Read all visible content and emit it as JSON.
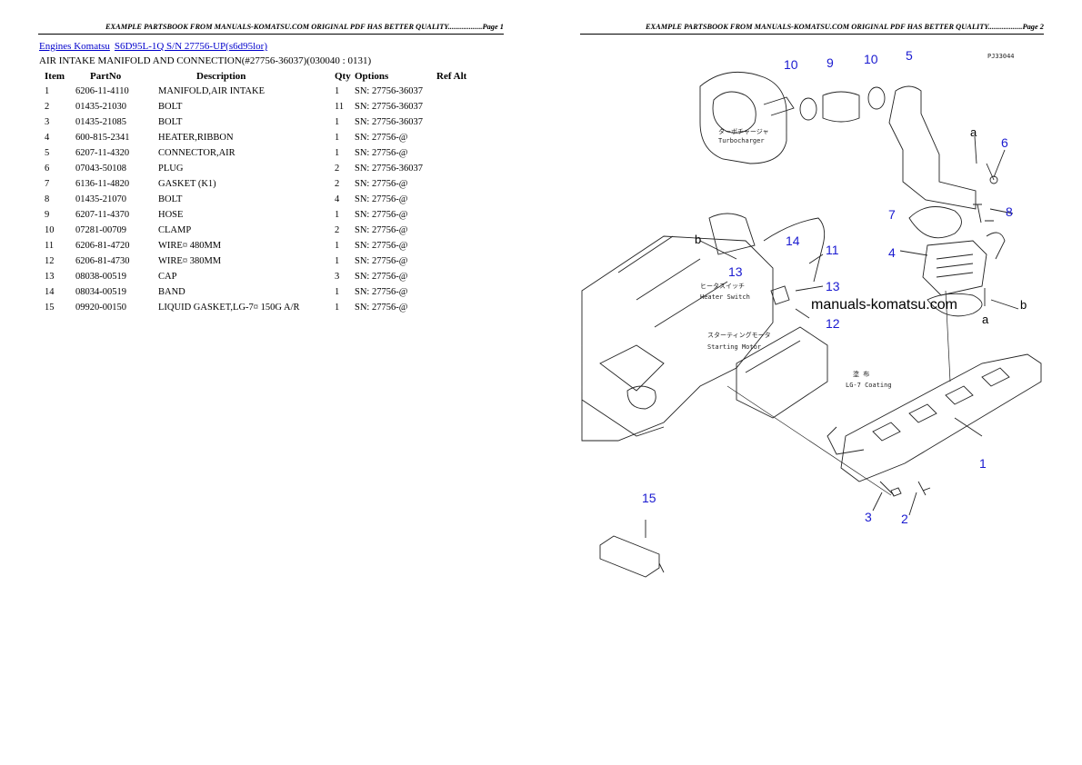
{
  "header": {
    "page1": "EXAMPLE PARTSBOOK FROM MANUALS-KOMATSU.COM ORIGINAL PDF HAS BETTER QUALITY..................Page 1",
    "page2": "EXAMPLE PARTSBOOK FROM MANUALS-KOMATSU.COM ORIGINAL PDF HAS BETTER QUALITY..................Page 2"
  },
  "breadcrumb": {
    "link1": "Engines Komatsu",
    "link2": "S6D95L-1Q S/N 27756-UP(s6d95lor)"
  },
  "subtitle": "AIR INTAKE MANIFOLD AND CONNECTION(#27756-36037)(030040 : 0131)",
  "table": {
    "headers": {
      "item": "Item",
      "partno": "PartNo",
      "description": "Description",
      "qty": "Qty",
      "options": "Options",
      "refalt": "Ref Alt"
    },
    "rows": [
      {
        "item": "1",
        "partno": "6206-11-4110",
        "description": "MANIFOLD,AIR INTAKE",
        "qty": "1",
        "options": "SN: 27756-36037",
        "refalt": ""
      },
      {
        "item": "2",
        "partno": "01435-21030",
        "description": "BOLT",
        "qty": "11",
        "options": "SN: 27756-36037",
        "refalt": ""
      },
      {
        "item": "3",
        "partno": "01435-21085",
        "description": "BOLT",
        "qty": "1",
        "options": "SN: 27756-36037",
        "refalt": ""
      },
      {
        "item": "4",
        "partno": "600-815-2341",
        "description": "HEATER,RIBBON",
        "qty": "1",
        "options": "SN: 27756-@",
        "refalt": ""
      },
      {
        "item": "5",
        "partno": "6207-11-4320",
        "description": "CONNECTOR,AIR",
        "qty": "1",
        "options": "SN: 27756-@",
        "refalt": ""
      },
      {
        "item": "6",
        "partno": "07043-50108",
        "description": "PLUG",
        "qty": "2",
        "options": "SN: 27756-36037",
        "refalt": ""
      },
      {
        "item": "7",
        "partno": "6136-11-4820",
        "description": "GASKET (K1)",
        "qty": "2",
        "options": "SN: 27756-@",
        "refalt": ""
      },
      {
        "item": "8",
        "partno": "01435-21070",
        "description": "BOLT",
        "qty": "4",
        "options": "SN: 27756-@",
        "refalt": ""
      },
      {
        "item": "9",
        "partno": "6207-11-4370",
        "description": "HOSE",
        "qty": "1",
        "options": "SN: 27756-@",
        "refalt": ""
      },
      {
        "item": "10",
        "partno": "07281-00709",
        "description": "CLAMP",
        "qty": "2",
        "options": "SN: 27756-@",
        "refalt": ""
      },
      {
        "item": "11",
        "partno": "6206-81-4720",
        "description": "WIRE¤ 480MM",
        "qty": "1",
        "options": "SN: 27756-@",
        "refalt": ""
      },
      {
        "item": "12",
        "partno": "6206-81-4730",
        "description": "WIRE¤ 380MM",
        "qty": "1",
        "options": "SN: 27756-@",
        "refalt": ""
      },
      {
        "item": "13",
        "partno": "08038-00519",
        "description": "CAP",
        "qty": "3",
        "options": "SN: 27756-@",
        "refalt": ""
      },
      {
        "item": "14",
        "partno": "08034-00519",
        "description": "BAND",
        "qty": "1",
        "options": "SN: 27756-@",
        "refalt": ""
      },
      {
        "item": "15",
        "partno": "09920-00150",
        "description": "LIQUID GASKET,LG-7¤ 150G A/R",
        "qty": "1",
        "options": "SN: 27756-@",
        "refalt": ""
      }
    ]
  },
  "diagram": {
    "code": "PJ33044",
    "watermark": "manuals-komatsu.com",
    "turbo_jp": "ターボチャージャ",
    "turbo_en": "Turbocharger",
    "heater_jp": "ヒータスイッチ",
    "heater_en": "Heater Switch",
    "starter_jp": "スターティングモータ",
    "starter_en": "Starting Motor",
    "coat_jp": "塗 布",
    "coat_en": "LG-7 Coating",
    "callouts": {
      "c10a": "10",
      "c9": "9",
      "c10b": "10",
      "c5": "5",
      "c6": "6",
      "c7": "7",
      "c8": "8",
      "c4": "4",
      "c14": "14",
      "c11": "11",
      "c13a": "13",
      "c13b": "13",
      "c12": "12",
      "c1": "1",
      "c2": "2",
      "c3": "3",
      "c15": "15"
    },
    "letters": {
      "a1": "a",
      "a2": "a",
      "b1": "b",
      "b2": "b"
    }
  }
}
